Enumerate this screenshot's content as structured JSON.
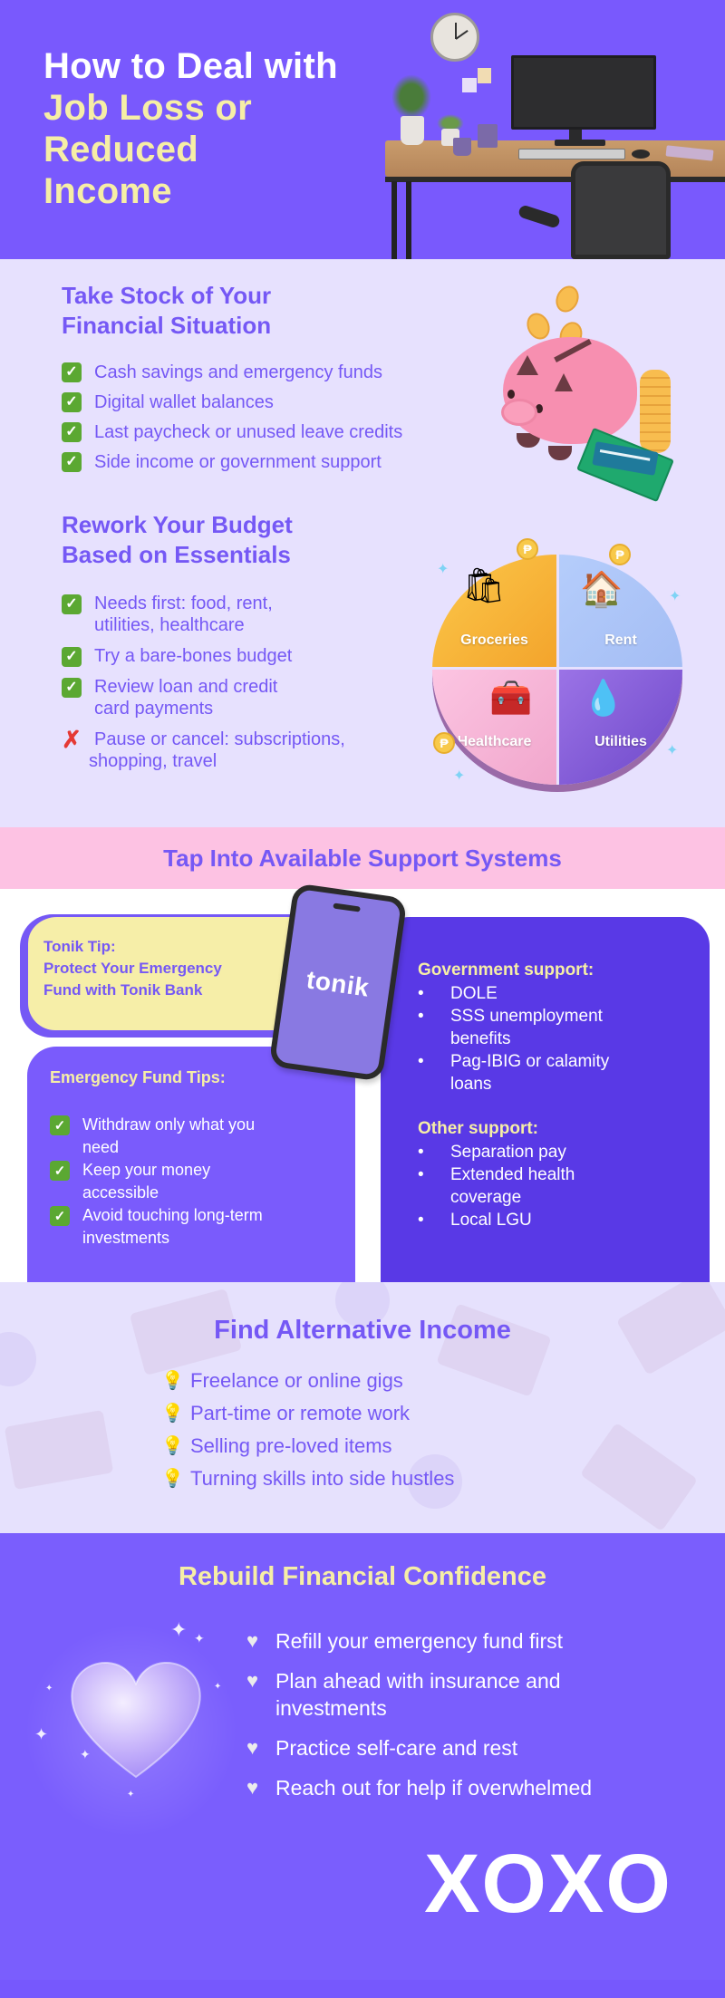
{
  "hero": {
    "title_line1": "How to Deal with",
    "title_line2": "Job Loss or",
    "title_line3": "Reduced",
    "title_line4": "Income",
    "illustration": "office-desk-with-monitor-chair-clock-plants",
    "bg_color": "#7959fd",
    "highlight_color": "#f6eea6"
  },
  "take_stock": {
    "heading_line1": "Take Stock of Your",
    "heading_line2": "Financial Situation",
    "items": [
      {
        "icon": "check-icon",
        "text": "Cash savings and emergency funds"
      },
      {
        "icon": "check-icon",
        "text": "Digital wallet balances"
      },
      {
        "icon": "check-icon",
        "text": "Last paycheck or unused leave credits"
      },
      {
        "icon": "check-icon",
        "text": "Side income or government support"
      }
    ],
    "illustration": "piggy-bank-with-coins-cash-card"
  },
  "budget": {
    "heading_line1": "Rework Your Budget",
    "heading_line2": "Based on Essentials",
    "items": [
      {
        "icon": "check-icon",
        "line1": "Needs first: food, rent,",
        "line2": "utilities, healthcare"
      },
      {
        "icon": "check-icon",
        "line1": "Try a bare-bones budget",
        "line2": ""
      },
      {
        "icon": "check-icon",
        "line1": "Review loan and credit",
        "line2": "card payments"
      },
      {
        "icon": "cross-icon",
        "line1": "Pause or cancel: subscriptions,",
        "line2": "shopping, travel"
      }
    ],
    "pie": {
      "slices": [
        {
          "label": "Groceries",
          "color": "#f8b43a"
        },
        {
          "label": "Rent",
          "color": "#aec6f8"
        },
        {
          "label": "Healthcare",
          "color": "#f8b8d8"
        },
        {
          "label": "Utilities",
          "color": "#7d56d8"
        }
      ],
      "currency_symbol": "₱"
    },
    "check_symbol": "✓",
    "cross_symbol": "✗"
  },
  "support": {
    "banner_title": "Tap Into Available Support Systems",
    "tip": {
      "line1": "Tonik Tip:",
      "line2": "Protect Your Emergency",
      "line3": "Fund with Tonik Bank"
    },
    "phone_logo": "tonik",
    "emergency_fund": {
      "title": "Emergency Fund Tips:",
      "items": [
        {
          "line1": "Withdraw only what you",
          "line2": "need"
        },
        {
          "line1": "Keep your money",
          "line2": "accessible"
        },
        {
          "line1": "Avoid touching long-term",
          "line2": "investments"
        }
      ]
    },
    "government": {
      "title": "Government support:",
      "items": [
        {
          "line1": "DOLE",
          "line2": ""
        },
        {
          "line1": "SSS unemployment",
          "line2": "benefits"
        },
        {
          "line1": "Pag-IBIG or calamity",
          "line2": "loans"
        }
      ]
    },
    "other": {
      "title": "Other support:",
      "items": [
        {
          "line1": "Separation pay",
          "line2": ""
        },
        {
          "line1": "Extended health",
          "line2": "coverage"
        },
        {
          "line1": "Local LGU",
          "line2": ""
        }
      ]
    },
    "bullet": "•"
  },
  "alt_income": {
    "heading": "Find Alternative Income",
    "icon": "lightbulb-icon",
    "bulb_symbol": "💡",
    "items": [
      "Freelance or online gigs",
      "Part-time or remote work",
      "Selling pre-loved items",
      "Turning skills into side hustles"
    ]
  },
  "rebuild": {
    "heading": "Rebuild Financial Confidence",
    "icon": "white-heart-icon",
    "heart_symbol": "♥",
    "items": [
      {
        "line1": "Refill your emergency fund first",
        "line2": ""
      },
      {
        "line1": "Plan ahead with insurance and",
        "line2": "investments"
      },
      {
        "line1": "Practice self-care and rest",
        "line2": ""
      },
      {
        "line1": "Reach out for help if overwhelmed",
        "line2": ""
      }
    ],
    "signoff": "XOXO"
  },
  "colors": {
    "primary_purple": "#7558f5",
    "deep_purple": "#5939e6",
    "lavender_bg": "#e7e1fe",
    "pink_banner": "#fdc2e3",
    "yellow": "#f6eea6"
  }
}
